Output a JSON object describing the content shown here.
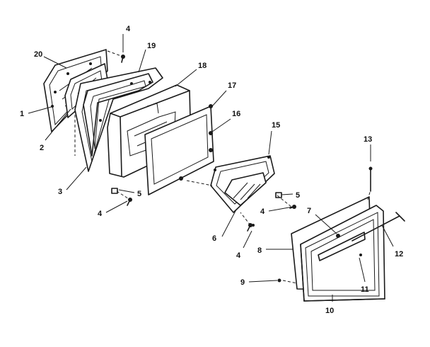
{
  "diagram": {
    "callouts": [
      {
        "id": "c1",
        "text": "1"
      },
      {
        "id": "c2",
        "text": "2"
      },
      {
        "id": "c3",
        "text": "3"
      },
      {
        "id": "c4a",
        "text": "4"
      },
      {
        "id": "c4b",
        "text": "4"
      },
      {
        "id": "c4c",
        "text": "4"
      },
      {
        "id": "c4d",
        "text": "4"
      },
      {
        "id": "c5a",
        "text": "5"
      },
      {
        "id": "c5b",
        "text": "5"
      },
      {
        "id": "c6",
        "text": "6"
      },
      {
        "id": "c7",
        "text": "7"
      },
      {
        "id": "c8",
        "text": "8"
      },
      {
        "id": "c9",
        "text": "9"
      },
      {
        "id": "c10",
        "text": "10"
      },
      {
        "id": "c11",
        "text": "11"
      },
      {
        "id": "c12",
        "text": "12"
      },
      {
        "id": "c13",
        "text": "13"
      },
      {
        "id": "c15",
        "text": "15"
      },
      {
        "id": "c16",
        "text": "16"
      },
      {
        "id": "c17",
        "text": "17"
      },
      {
        "id": "c18",
        "text": "18"
      },
      {
        "id": "c19",
        "text": "19"
      },
      {
        "id": "c20",
        "text": "20"
      }
    ]
  }
}
